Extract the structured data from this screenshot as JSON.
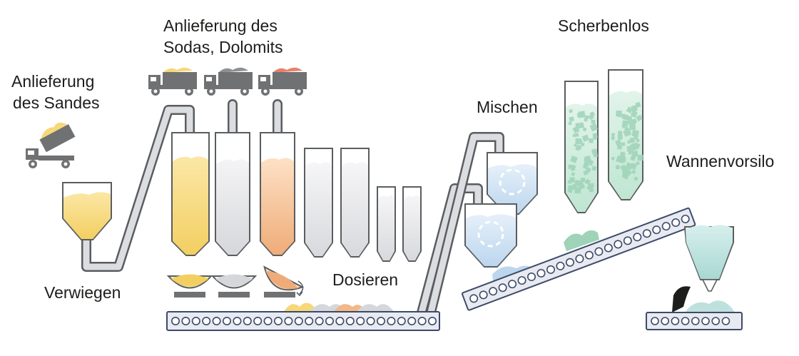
{
  "labels": {
    "sand_delivery": [
      "Anlieferung",
      "des Sandes"
    ],
    "soda_delivery": [
      "Anlieferung des",
      "Sodas, Dolomits"
    ],
    "cullet": "Scherbenlos",
    "mixing": "Mischen",
    "tank_presilo": "Wannenvorsilo",
    "weighing": "Verwiegen",
    "dosing": "Dosieren"
  },
  "colors": {
    "outline": "#5a5d60",
    "pipe": "#dcdde0",
    "belt": "#e8eaf0",
    "belt_border": "#3c4a6a",
    "truck": "#6f7173",
    "sand": "#f6d878",
    "sand_light": "#fbe9ad",
    "soda": "#dcdde0",
    "dolomite": "#f2b88a",
    "mix_blue": "#cde0f0",
    "cullet_green": "#cdeadc",
    "cullet_flake": "#9fd3b8",
    "presilo": "#bfe1de"
  },
  "icons": [
    "dump-truck-icon",
    "truck-icon",
    "rotation-arrow-icon",
    "mixing-arrows-icon"
  ]
}
